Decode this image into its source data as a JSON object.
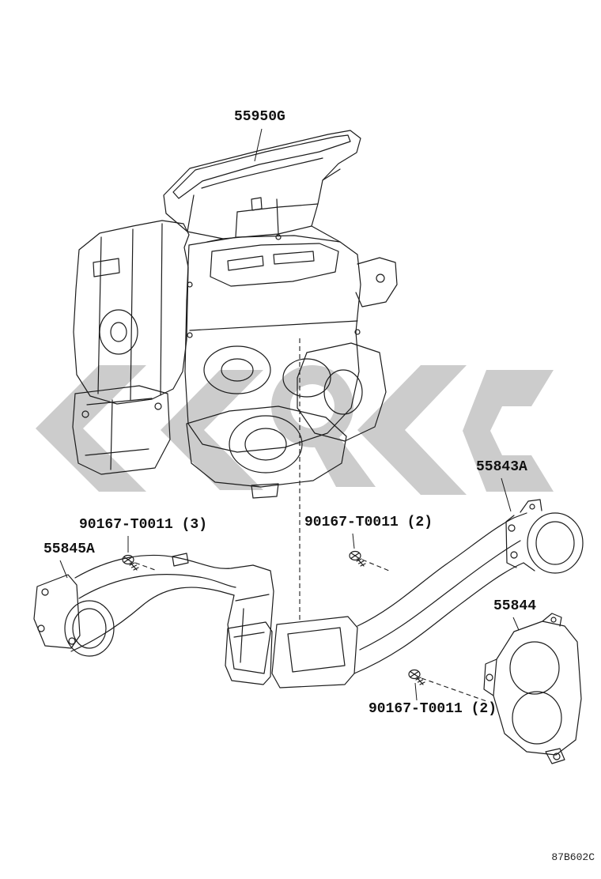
{
  "figure_code": "87B602C",
  "part_labels": [
    {
      "id": "55950G",
      "text": "55950G"
    },
    {
      "id": "55843A",
      "text": "55843A"
    },
    {
      "id": "55845A",
      "text": "55845A"
    },
    {
      "id": "55844",
      "text": "55844"
    },
    {
      "id": "90167-T0011-qty3",
      "text": "90167-T0011 (3)"
    },
    {
      "id": "90167-T0011-qty2-center",
      "text": "90167-T0011 (2)"
    },
    {
      "id": "90167-T0011-qty2-lower",
      "text": "90167-T0011 (2)"
    }
  ],
  "icons": {
    "screws": [
      "screw-icon",
      "screw-icon",
      "screw-icon"
    ],
    "watermark": "brand-watermark-icon"
  },
  "colors": {
    "line": "#1c1c1c",
    "watermark": "#cccccc",
    "background": "#ffffff"
  }
}
